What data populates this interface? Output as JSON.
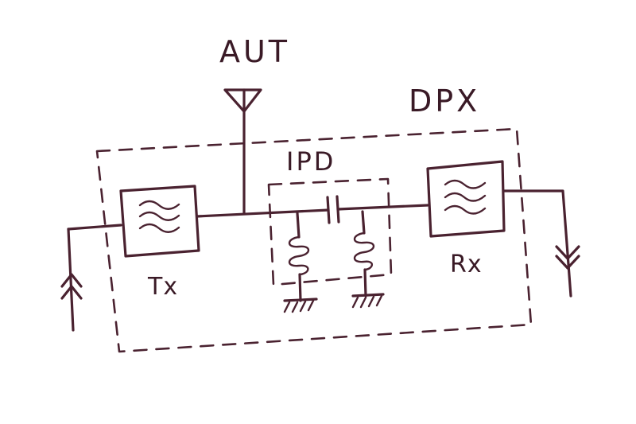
{
  "labels": {
    "antenna": "AUT",
    "duplexer": "DPX",
    "ipd": "IPD",
    "tx": "Tx",
    "rx": "Rx"
  },
  "icons": {
    "antenna": "antenna-icon",
    "tx_filter": "bandpass-filter-icon",
    "rx_filter": "bandpass-filter-icon",
    "capacitor": "capacitor-icon",
    "inductor": "inductor-icon",
    "ground": "ground-icon",
    "input_arrow": "arrow-up-icon",
    "output_arrow": "arrow-down-icon"
  },
  "colors": {
    "ink": "#4a2230",
    "background": "#ffffff"
  }
}
